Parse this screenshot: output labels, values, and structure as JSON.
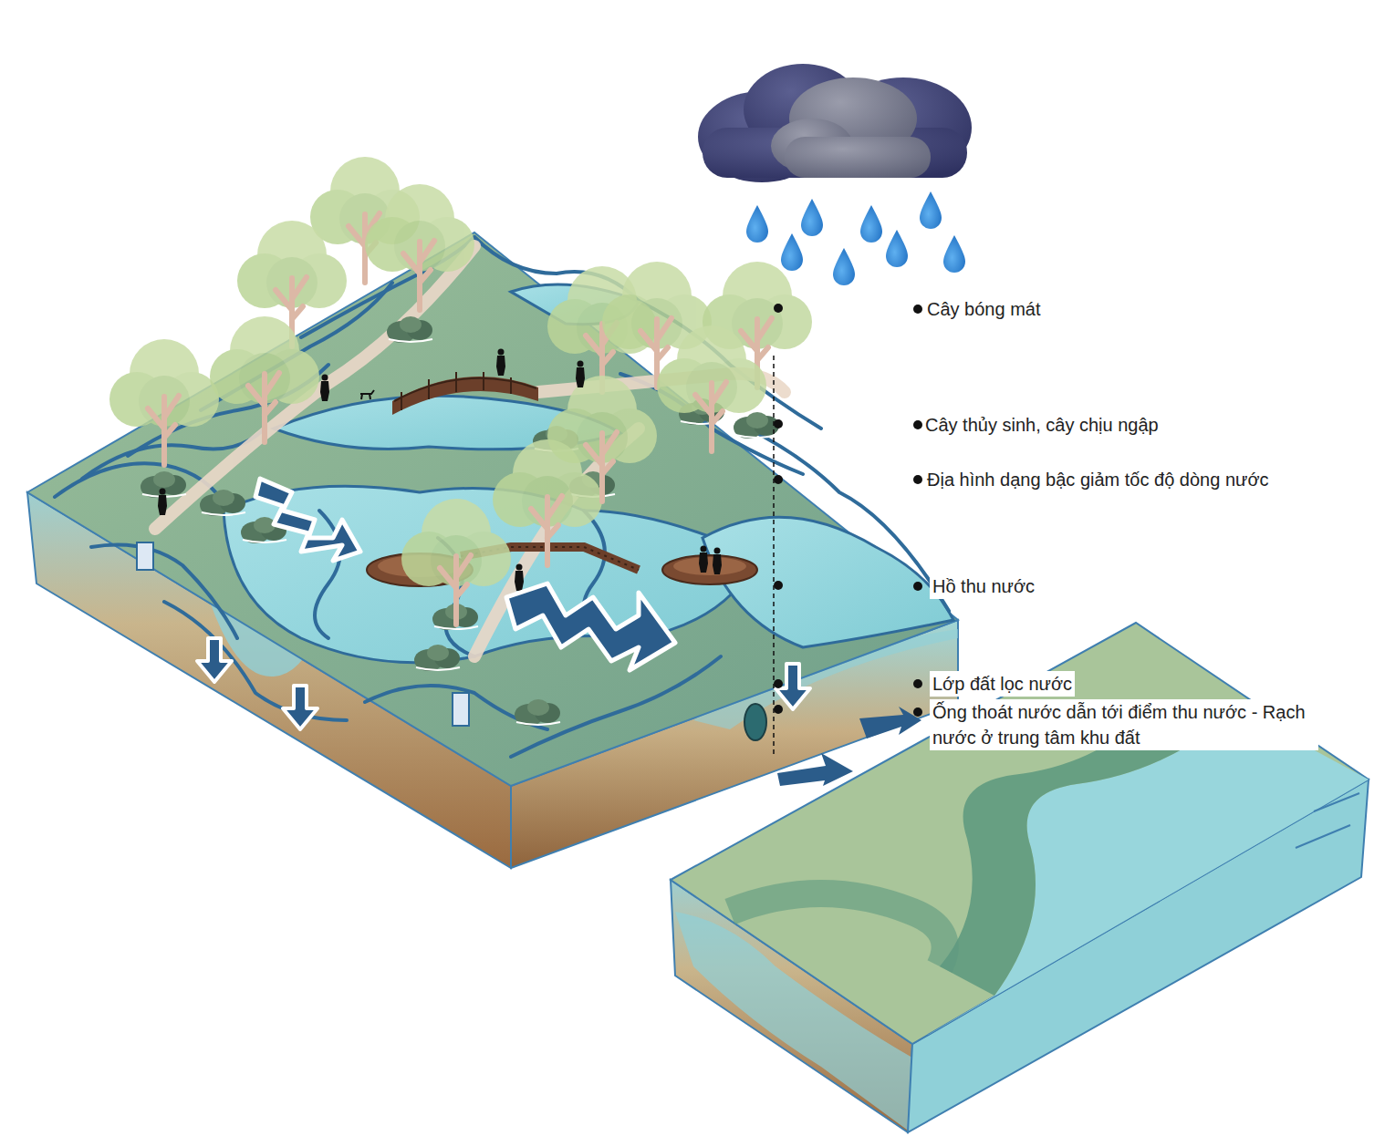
{
  "diagram": {
    "labels": [
      "Cây bóng mát",
      "Cây thủy sinh, cây chịu ngập",
      "Địa hình dạng bậc giảm tốc độ dòng nước",
      "Hồ thu nước",
      "Lớp đất lọc nước",
      "Ống thoát nước dẫn tới điểm thu nước - Rạch nước ở trung tâm khu đất"
    ]
  }
}
